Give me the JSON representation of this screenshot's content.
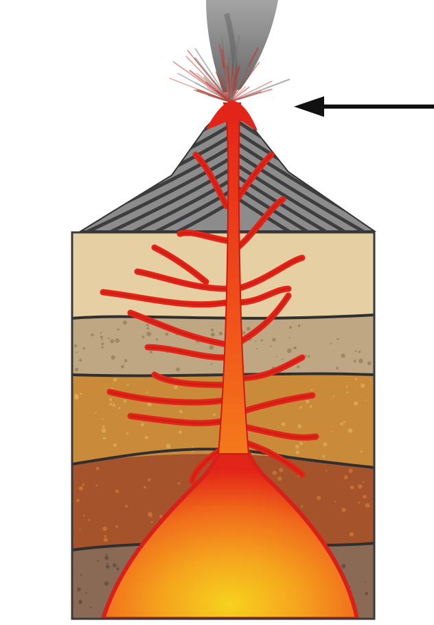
{
  "diagram": {
    "subject": "volcano-cross-section",
    "labels": [],
    "pointer": {
      "target": "crater-eruption",
      "direction": "left"
    }
  },
  "colors": {
    "background": "#ffffff",
    "smoke": "#6f6f6f",
    "cone_gray": "#8c8c8c",
    "cone_stripe": "#3d3d3d",
    "layer_top": "#e6cfa3",
    "layer_gravel": "#bfa783",
    "layer_orange": "#c98a3a",
    "layer_rust": "#a5532b",
    "layer_deep": "#8a6a55",
    "magma_red": "#e32418",
    "magma_orange": "#f26a1b",
    "magma_yellow": "#f6c21e",
    "arrow": "#111111"
  }
}
